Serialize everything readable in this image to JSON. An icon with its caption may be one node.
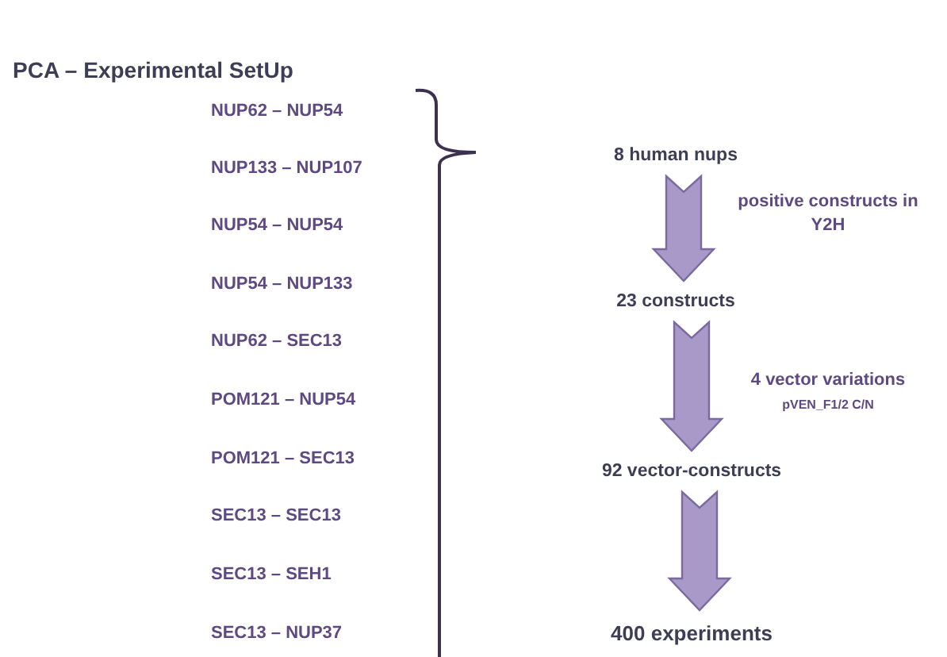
{
  "diagram": {
    "title": "PCA – Experimental SetUp",
    "nodes": [
      {
        "text": [
          "8 human nups"
        ]
      },
      {
        "text": [
          "23 constructs"
        ]
      },
      {
        "text": [
          "92 vector-constructs"
        ]
      },
      {
        "text": [
          "400 experiments"
        ]
      }
    ],
    "edges": [
      {
        "from": 0,
        "to": 1,
        "arrow": "to",
        "label": "positive constructs in Y2H"
      },
      {
        "from": 1,
        "to": 2,
        "arrow": "to",
        "label": "4 vector variations"
      },
      {
        "from": 2,
        "to": 3,
        "arrow": "to"
      }
    ],
    "labels": [
      "NUP62 – NUP54",
      "NUP133 – NUP107",
      "NUP54 – NUP54",
      "NUP54 – NUP133",
      "NUP62 – SEC13",
      "POM121 – NUP54",
      "POM121 – SEC13",
      "SEC13 – SEC13",
      "SEC13 – SEH1",
      "SEC13 – NUP37",
      "pVEN_F1/2 C/N"
    ]
  }
}
